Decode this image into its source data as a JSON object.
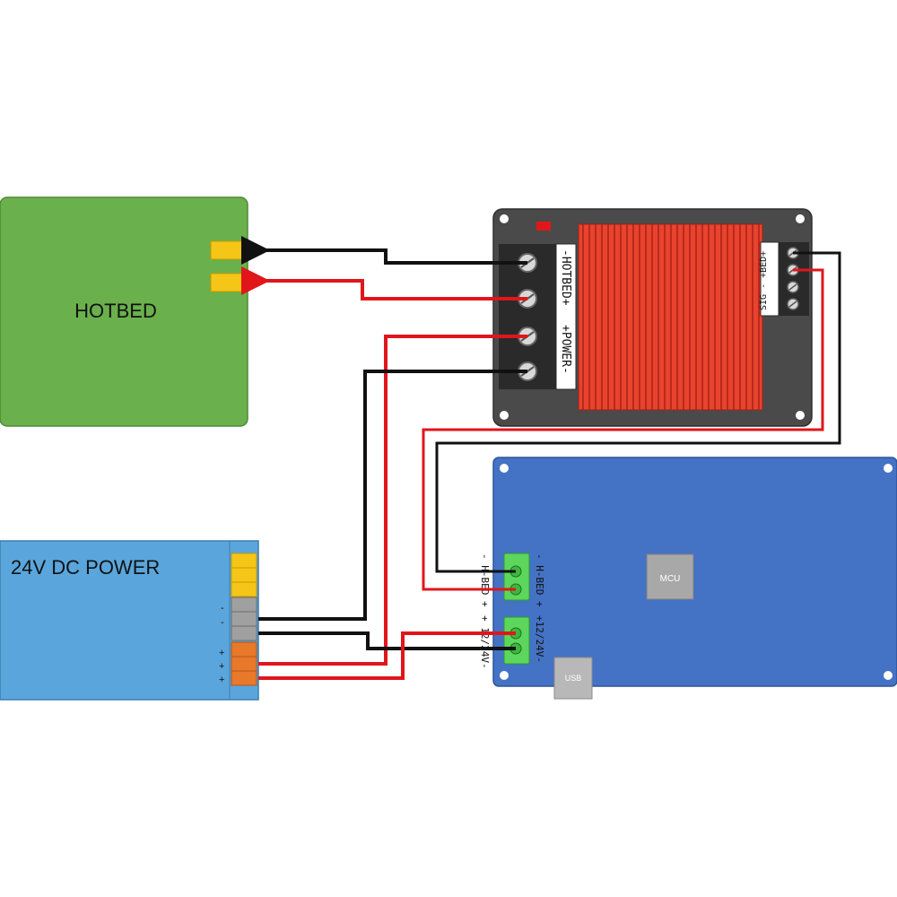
{
  "hotbed": {
    "label": "HOTBED",
    "color": "#6ab04c"
  },
  "power_supply": {
    "label": "24V DC POWER",
    "color": "#5aa6dc",
    "neg_marks": [
      "-",
      "-"
    ],
    "pos_marks": [
      "+",
      "+",
      "+"
    ]
  },
  "mosfet_module": {
    "color": "#4a4a4a",
    "heatsink_color": "#e8432e",
    "hotbed_label": "-HOTBED+",
    "power_label": "+POWER-",
    "signal_label": "SIG - +BED+"
  },
  "controller_board": {
    "color": "#4472c4",
    "mcu_label": "MCU",
    "usb_label": "USB",
    "hbed_left_label": "- H-BED +",
    "hbed_right_label": "- H-BED +",
    "power_left_label": "+ 12/24V-",
    "power_right_label": "+12/24V-"
  },
  "wire_colors": {
    "negative": "#111111",
    "positive": "#e0161b"
  }
}
